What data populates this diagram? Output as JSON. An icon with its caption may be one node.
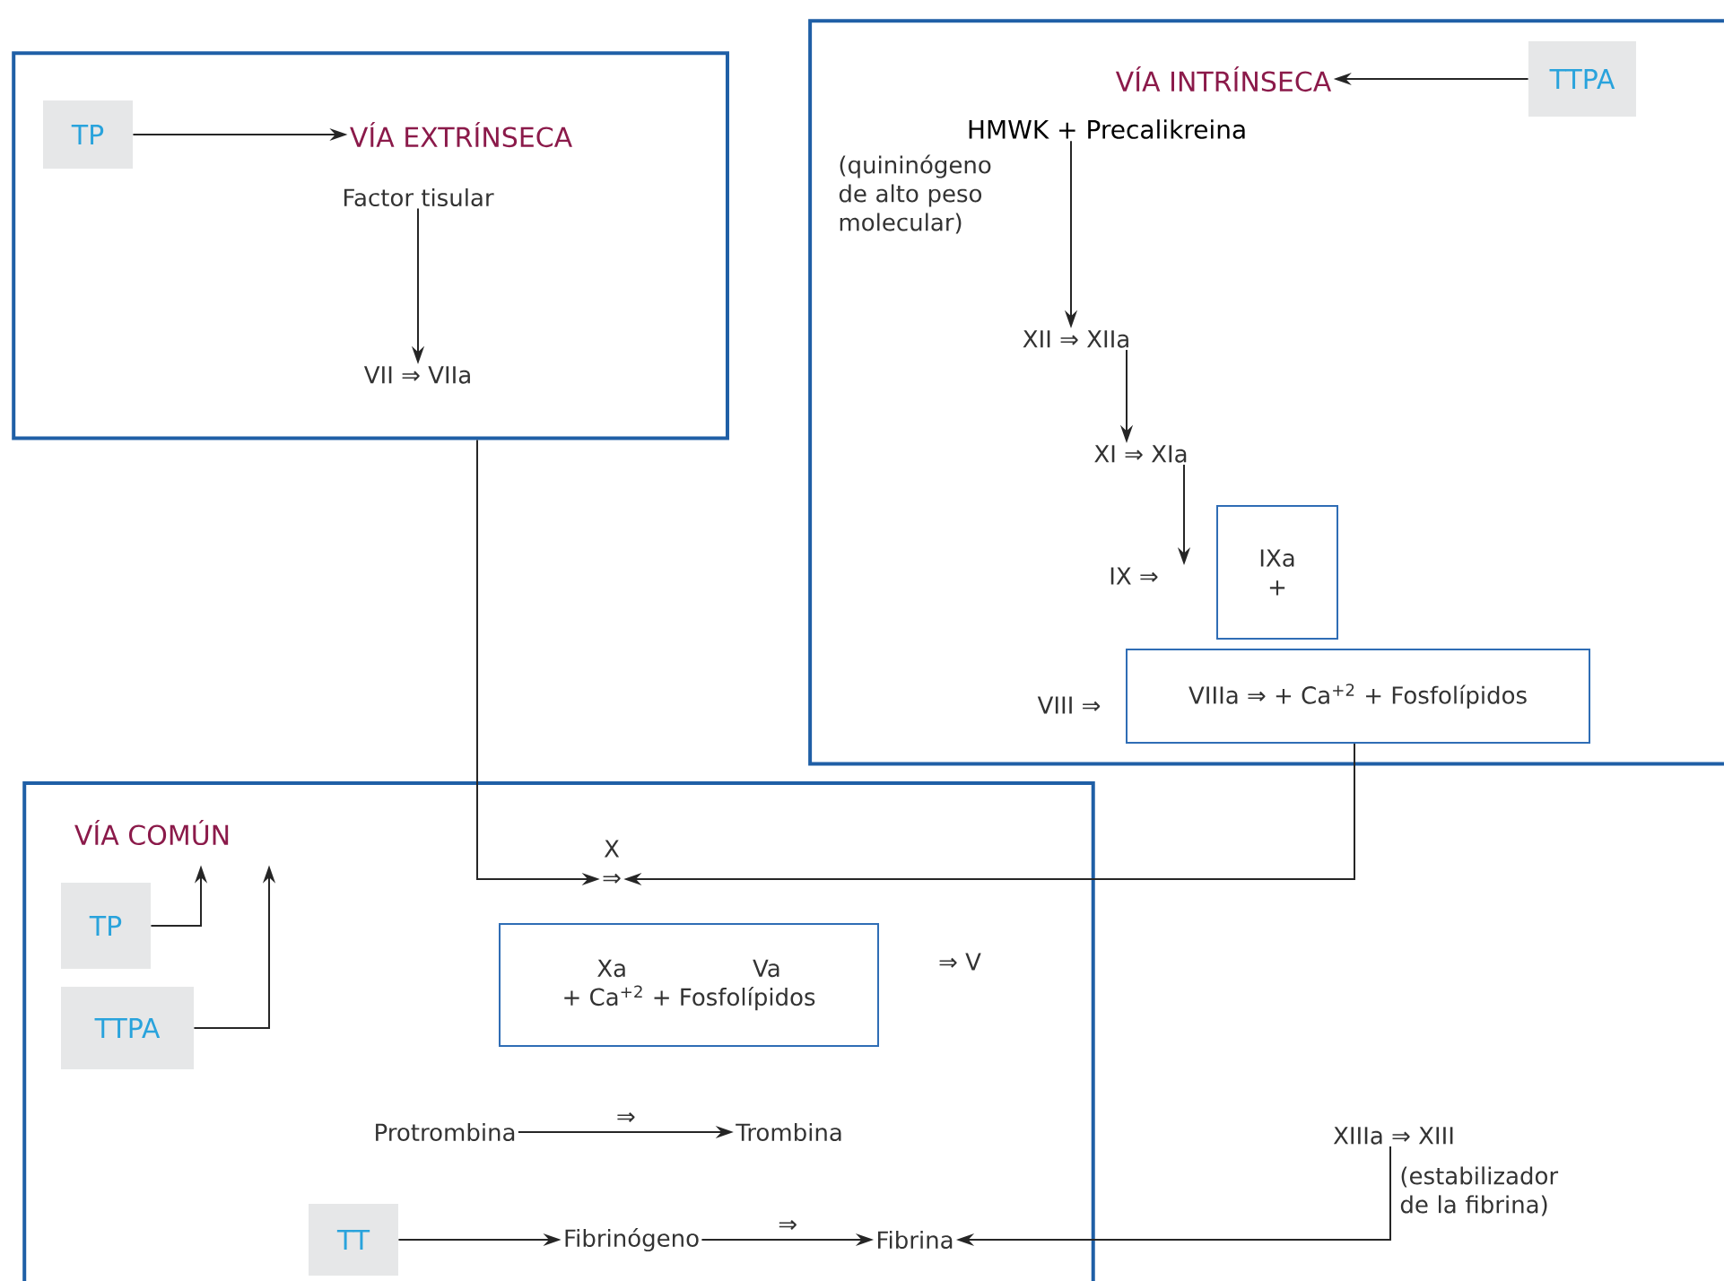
{
  "diagram": {
    "nodes": [
      {
        "text": [],
        "shape": "box"
      },
      {
        "text": [
          "TP"
        ],
        "in": 0
      },
      {
        "text": [
          "VÍA EXTRÍNSECA"
        ],
        "in": 0
      },
      {
        "text": [
          "Factor tisular"
        ],
        "in": 0
      },
      {
        "text": [
          "VII ⇒ VIIa"
        ],
        "in": 0
      },
      {
        "text": [],
        "shape": "box"
      },
      {
        "text": [
          "VÍA INTRÍNSECA"
        ],
        "in": 5
      },
      {
        "text": [
          "TTPA"
        ],
        "in": 5
      },
      {
        "text": [
          "HMWK + Precalikreina"
        ],
        "in": 5,
        "beside": [
          "(quininógeno de alto peso molecular)"
        ]
      },
      {
        "text": [
          "XII ⇒ XIIa"
        ],
        "in": 5
      },
      {
        "text": [
          "XI ⇒ XIa"
        ],
        "in": 5
      },
      {
        "text": [
          "IX ⇒"
        ],
        "in": 5
      },
      {
        "text": [
          "IXa",
          "+"
        ],
        "in": 5
      },
      {
        "text": [
          "VIII ⇒"
        ],
        "in": 5
      },
      {
        "text": [
          "VIIIa ⇒ + Ca$^{+2}$ + Fosfolípidos"
        ],
        "in": 5
      },
      {
        "text": [],
        "shape": "box"
      },
      {
        "text": [
          "VÍA COMÚN"
        ],
        "in": 15
      },
      {
        "text": [
          "TP"
        ],
        "in": 15
      },
      {
        "text": [
          "TTPA"
        ],
        "in": 15
      },
      {
        "text": [
          "X",
          "⇒"
        ],
        "in": 15
      },
      {
        "text": [
          "Xa",
          "Va",
          "+ Ca$^{+2}$ + Fosfolípidos"
        ],
        "in": 15
      },
      {
        "text": [
          "⇒ V"
        ],
        "in": 15
      },
      {
        "text": [
          "Protrombina"
        ],
        "in": 15
      },
      {
        "text": [
          "Trombina"
        ],
        "in": 15
      },
      {
        "text": [
          "TT"
        ],
        "in": 15
      },
      {
        "text": [
          "Fibrinógeno"
        ],
        "in": 15
      },
      {
        "text": [
          "Fibrina"
        ],
        "in": 15
      },
      {
        "text": [
          "XIIIa ⇒ XIII"
        ],
        "beside": [
          "(estabilizador de la fibrina)"
        ]
      }
    ],
    "edges": [
      {
        "from": 1,
        "to": 2,
        "arrow": "to"
      },
      {
        "from": 7,
        "to": 6,
        "arrow": "to"
      },
      {
        "from": 3,
        "to": 4,
        "arrow": "to"
      },
      {
        "from": 8,
        "to": 9,
        "arrow": "to"
      },
      {
        "from": 9,
        "to": 10,
        "arrow": "to"
      },
      {
        "from": 10,
        "to": 11,
        "arrow": "to"
      },
      {
        "from": 0,
        "to": 19,
        "arrow": "to"
      },
      {
        "from": 14,
        "to": 19,
        "arrow": "to"
      },
      {
        "from": 17,
        "to": 16,
        "arrow": "to"
      },
      {
        "from": 18,
        "to": 16,
        "arrow": "to"
      },
      {
        "from": 22,
        "to": 23,
        "arrow": "to",
        "label": "⇒"
      },
      {
        "from": 24,
        "to": 25,
        "arrow": "to"
      },
      {
        "from": 25,
        "to": 26,
        "arrow": "to",
        "label": "⇒"
      },
      {
        "from": 27,
        "to": 26,
        "arrow": "to"
      }
    ]
  }
}
